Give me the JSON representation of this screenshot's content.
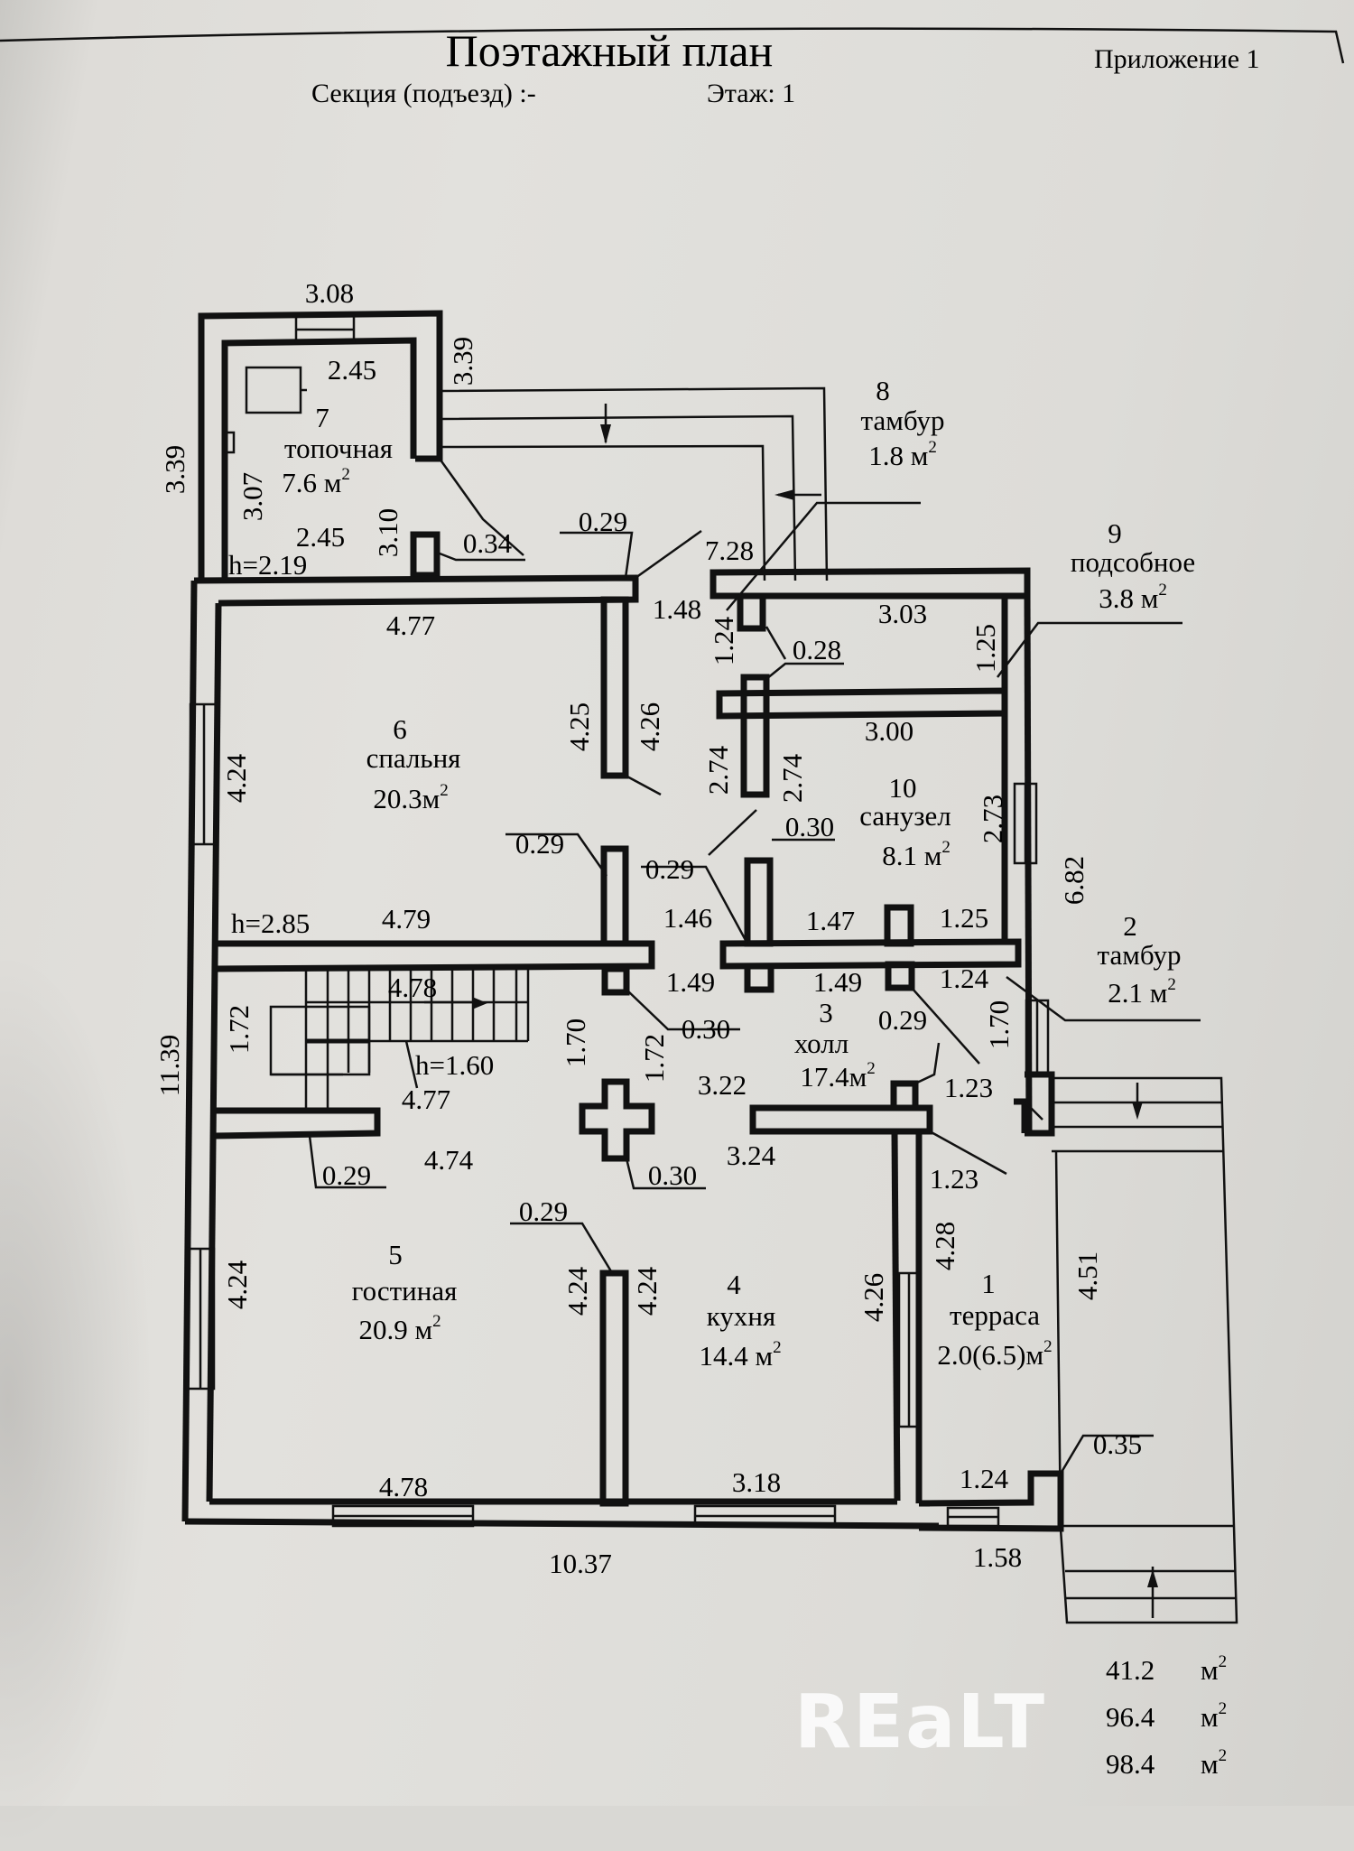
{
  "header": {
    "title": "Поэтажный план",
    "appendix": "Приложение 1",
    "section_label": "Секция (подъезд) :-",
    "floor_label": "Этаж: 1"
  },
  "rooms": [
    {
      "number": "1",
      "name": "терраса",
      "area": "2.0(6.5)",
      "unit": "м",
      "sup": "2"
    },
    {
      "number": "2",
      "name": "тамбур",
      "area": "2.1",
      "unit": "м",
      "sup": "2"
    },
    {
      "number": "3",
      "name": "холл",
      "area": "17.4",
      "unit": "м",
      "sup": "2"
    },
    {
      "number": "4",
      "name": "кухня",
      "area": "14.4",
      "unit": "м",
      "sup": "2"
    },
    {
      "number": "5",
      "name": "гостиная",
      "area": "20.9",
      "unit": "м",
      "sup": "2"
    },
    {
      "number": "6",
      "name": "спальня",
      "area": "20.3",
      "unit": "м",
      "sup": "2"
    },
    {
      "number": "7",
      "name": "топочная",
      "area": "7.6",
      "unit": "м",
      "sup": "2"
    },
    {
      "number": "8",
      "name": "тамбур",
      "area": "1.8",
      "unit": "м",
      "sup": "2"
    },
    {
      "number": "9",
      "name": "подсобное",
      "area": "3.8",
      "unit": "м",
      "sup": "2"
    },
    {
      "number": "10",
      "name": "санузел",
      "area": "8.1",
      "unit": "м",
      "sup": "2"
    }
  ],
  "heights": {
    "boiler": "h=2.19",
    "bedroom": "h=2.85",
    "stair": "h=1.60"
  },
  "dimensions": {
    "boiler_outer_top": "3.08",
    "boiler_outer_right": "3.39",
    "boiler_outer_left": "3.39",
    "boiler_inner_top": "2.45",
    "boiler_inner_bottom": "2.45",
    "boiler_inner_left": "3.07",
    "boiler_inner_right": "3.10",
    "boiler_wall": "0.34",
    "wall_029_a": "0.29",
    "hall_top": "7.28",
    "hall_148": "1.48",
    "hall_124": "1.24",
    "wall_028": "0.28",
    "storage_width": "3.03",
    "storage_height": "1.25",
    "bedroom_top": "4.77",
    "bedroom_left": "4.24",
    "bedroom_right_in": "4.25",
    "bedroom_right_out": "4.26",
    "bedroom_bottom": "4.79",
    "wall_029_b": "0.29",
    "wc_top": "3.00",
    "wc_left_a": "2.74",
    "wc_left_b": "2.74",
    "wc_right": "2.73",
    "wall_030_a": "0.30",
    "wall_029_c": "0.29",
    "hall_146": "1.46",
    "wc_147": "1.47",
    "wc_125": "1.25",
    "outer_right": "6.82",
    "hall_149_a": "1.49",
    "hall_149_b": "1.49",
    "hall_124_b": "1.24",
    "stair_top": "4.78",
    "stair_left": "1.72",
    "hall_170": "1.70",
    "hall_172": "1.72",
    "wall_030_b": "0.30",
    "wall_029_d": "0.29",
    "vest_170": "1.70",
    "hall_322": "3.22",
    "vest_123_a": "1.23",
    "stair_bottom": "4.77",
    "wall_029_e": "0.29",
    "living_top": "4.74",
    "wall_030_c": "0.30",
    "hall_324": "3.24",
    "vest_123_b": "1.23",
    "outer_left": "11.39",
    "wall_029_f": "0.29",
    "living_left": "4.24",
    "living_right": "4.24",
    "kitchen_left": "4.24",
    "kitchen_right": "4.26",
    "terrace_left": "4.28",
    "terrace_right": "4.51",
    "living_bottom": "4.78",
    "kitchen_bottom": "3.18",
    "terrace_bottom": "1.24",
    "wall_035": "0.35",
    "outer_bottom": "10.37",
    "terrace_outer": "1.58"
  },
  "totals": [
    {
      "value": "41.2",
      "unit": "м",
      "sup": "2"
    },
    {
      "value": "96.4",
      "unit": "м",
      "sup": "2"
    },
    {
      "value": "98.4",
      "unit": "м",
      "sup": "2"
    }
  ],
  "watermark": "REaLT"
}
